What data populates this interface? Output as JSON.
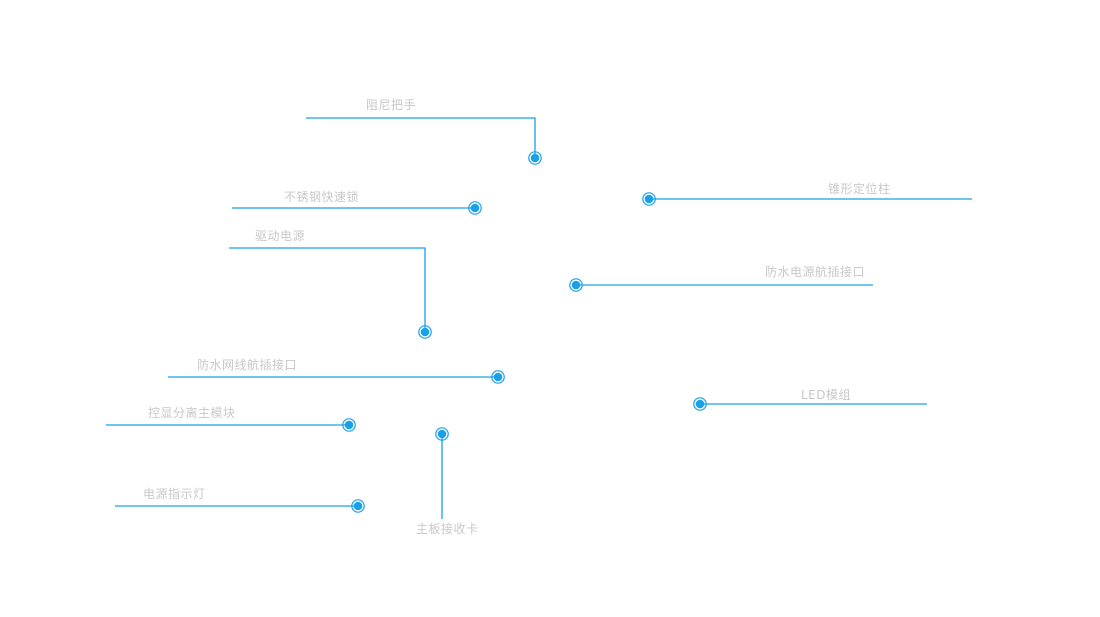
{
  "colors": {
    "line": "#1aa0e6",
    "dot": "#1aa0e6",
    "label": "#c8c8c8",
    "background": "#ffffff"
  },
  "callouts": [
    {
      "label": "阻尼把手"
    },
    {
      "label": "不锈钢快速锁"
    },
    {
      "label": "驱动电源"
    },
    {
      "label": "防水网线航插接口"
    },
    {
      "label": "控显分离主模块"
    },
    {
      "label": "电源指示灯"
    },
    {
      "label": "主板接收卡"
    },
    {
      "label": "锥形定位柱"
    },
    {
      "label": "防水电源航插接口"
    },
    {
      "label": "LED模组"
    }
  ]
}
